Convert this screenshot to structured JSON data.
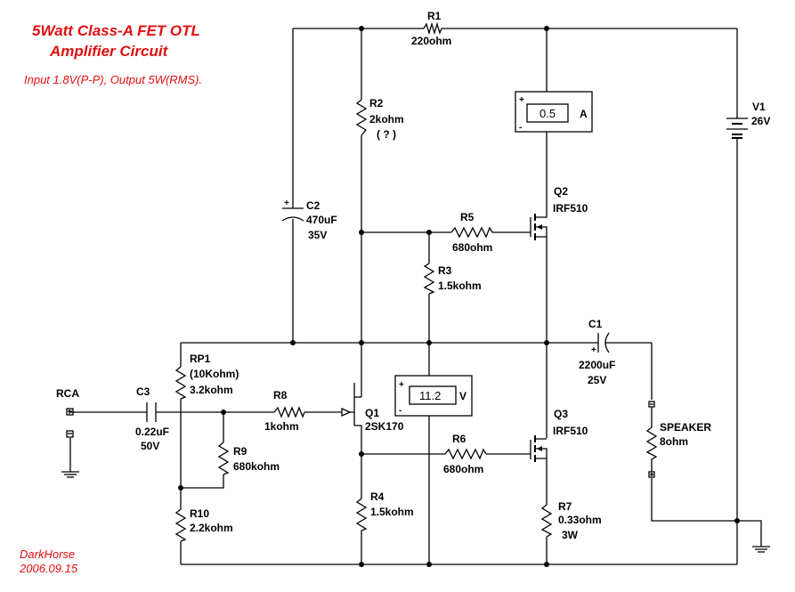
{
  "header": {
    "title_line1": "5Watt Class-A FET OTL",
    "title_line2": "Amplifier Circuit",
    "specs": "Input 1.8V(P-P), Output 5W(RMS)."
  },
  "footer": {
    "author": "DarkHorse",
    "date": "2006.09.15"
  },
  "colors": {
    "accent": "#e01010",
    "wire": "#000000"
  },
  "components": {
    "R1": {
      "ref": "R1",
      "value": "220ohm"
    },
    "R2": {
      "ref": "R2",
      "value": "2kohm",
      "note": "( ? )"
    },
    "R3": {
      "ref": "R3",
      "value": "1.5kohm"
    },
    "R4": {
      "ref": "R4",
      "value": "1.5kohm"
    },
    "R5": {
      "ref": "R5",
      "value": "680ohm"
    },
    "R6": {
      "ref": "R6",
      "value": "680ohm"
    },
    "R7": {
      "ref": "R7",
      "value": "0.33ohm",
      "rating": "3W"
    },
    "R8": {
      "ref": "R8",
      "value": "1kohm"
    },
    "R9": {
      "ref": "R9",
      "value": "680kohm"
    },
    "R10": {
      "ref": "R10",
      "value": "2.2kohm"
    },
    "RP1": {
      "ref": "RP1",
      "range": "(10Kohm)",
      "value": "3.2kohm"
    },
    "C1": {
      "ref": "C1",
      "value": "2200uF",
      "voltage": "25V"
    },
    "C2": {
      "ref": "C2",
      "value": "470uF",
      "voltage": "35V"
    },
    "C3": {
      "ref": "C3",
      "value": "0.22uF",
      "voltage": "50V"
    },
    "Q1": {
      "ref": "Q1",
      "part": "2SK170"
    },
    "Q2": {
      "ref": "Q2",
      "part": "IRF510"
    },
    "Q3": {
      "ref": "Q3",
      "part": "IRF510"
    },
    "V1": {
      "ref": "V1",
      "value": "26V"
    },
    "RCA": {
      "ref": "RCA"
    },
    "SPEAKER": {
      "ref": "SPEAKER",
      "value": "8ohm"
    }
  },
  "meters": {
    "ammeter": {
      "value": "0.5",
      "unit": "A",
      "plus": "+",
      "minus": "-"
    },
    "voltmeter": {
      "value": "11.2",
      "unit": "V",
      "plus": "+",
      "minus": "-"
    }
  },
  "polarity": {
    "plus": "+"
  }
}
